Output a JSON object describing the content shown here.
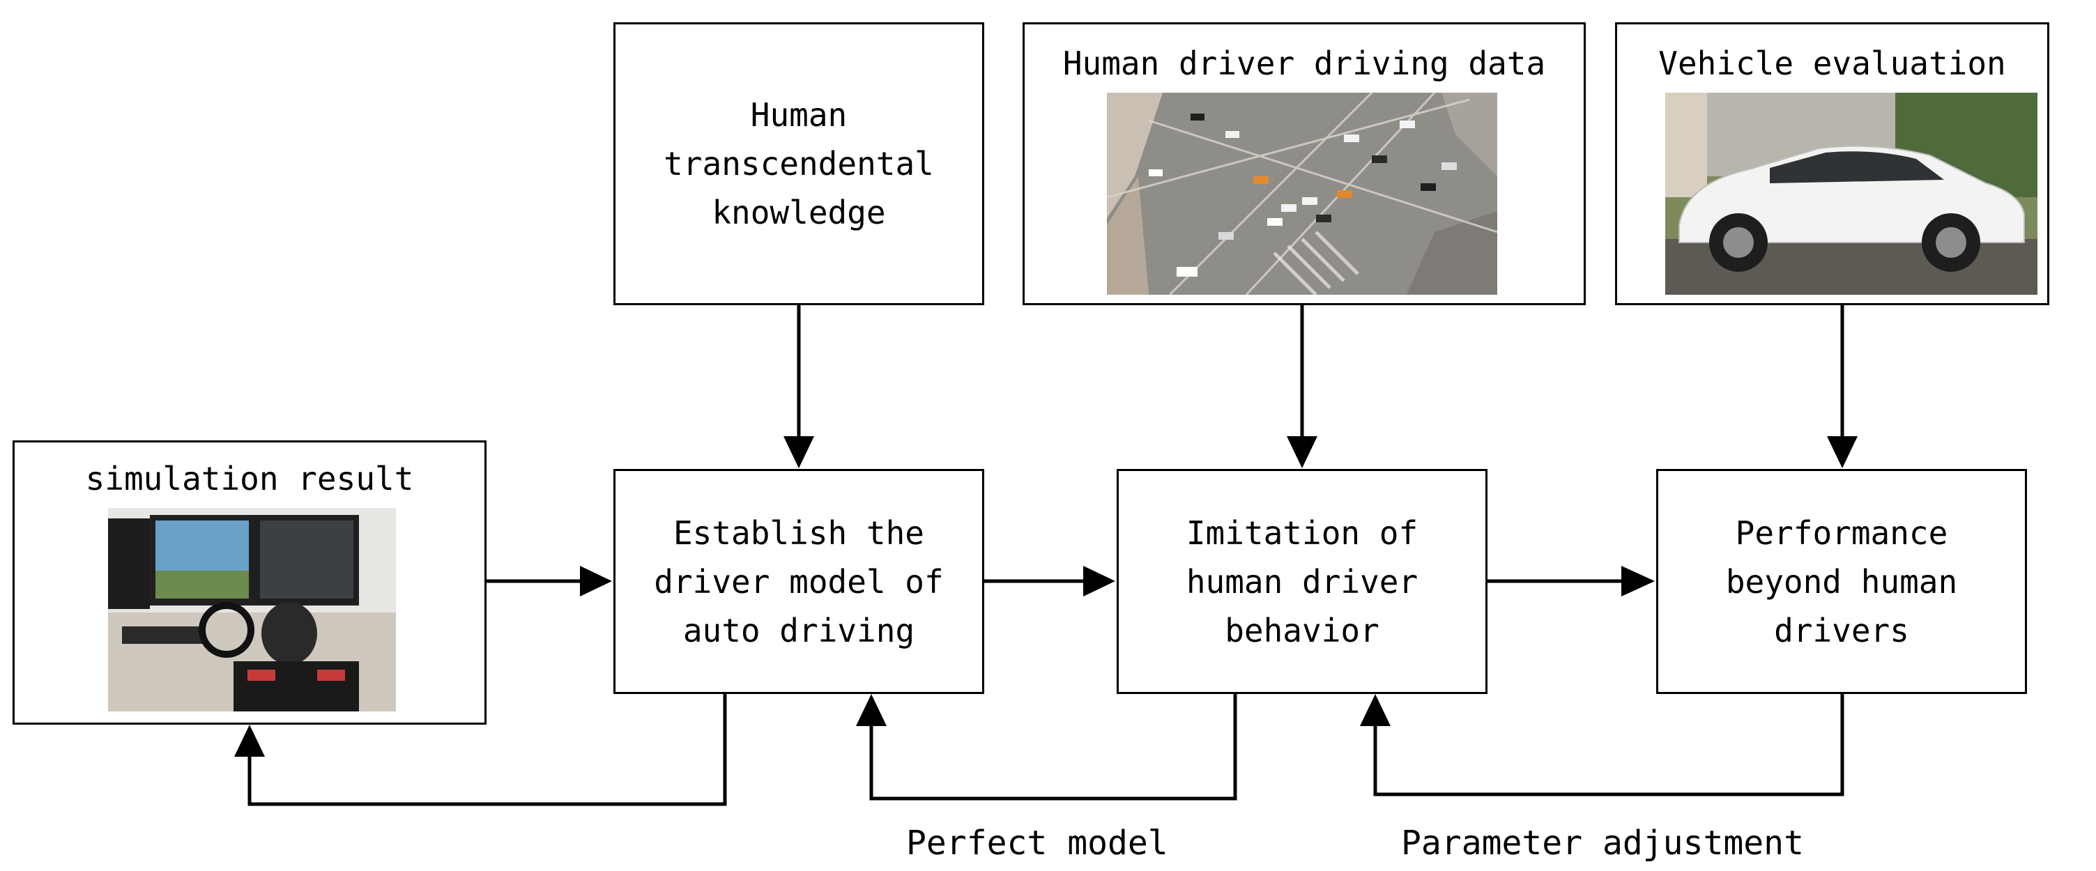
{
  "nodes": {
    "human_knowledge": {
      "text": "Human\ntranscendental\nknowledge"
    },
    "driving_data": {
      "text": "Human driver driving data"
    },
    "vehicle_eval": {
      "text": "Vehicle evaluation"
    },
    "simulation": {
      "text": "simulation result"
    },
    "establish": {
      "text": "Establish the\ndriver model of\nauto driving"
    },
    "imitation": {
      "text": "Imitation of\nhuman driver\nbehavior"
    },
    "performance": {
      "text": "Performance\nbeyond human\ndrivers"
    }
  },
  "edge_labels": {
    "perfect_model": "Perfect model",
    "parameter_adjustment": "Parameter adjustment"
  },
  "colors": {
    "stroke": "#000000",
    "background": "#ffffff"
  }
}
